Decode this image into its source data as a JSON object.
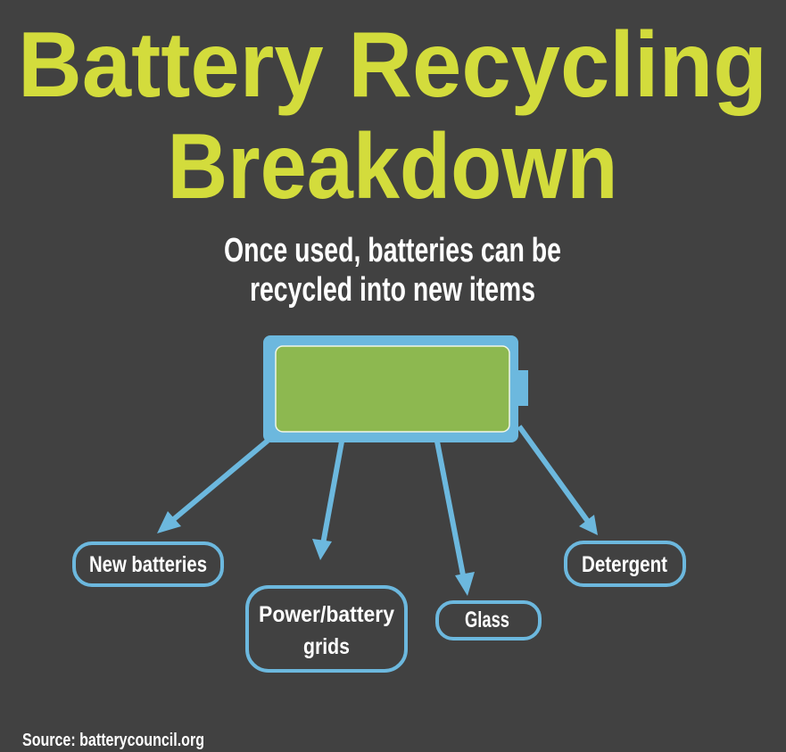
{
  "title": {
    "line1": "Battery Recycling",
    "line2": "Breakdown"
  },
  "subtitle": {
    "line1": "Once used, batteries can be",
    "line2": "recycled into new items"
  },
  "outputs": [
    {
      "label": "New batteries"
    },
    {
      "label_line1": "Power/battery",
      "label_line2": "grids"
    },
    {
      "label": "Glass"
    },
    {
      "label": "Detergent"
    }
  ],
  "source": "Source: batterycouncil.org",
  "colors": {
    "background": "#414141",
    "title": "#d3dc3c",
    "battery": "#6cb8de",
    "charge": "#8db850"
  }
}
